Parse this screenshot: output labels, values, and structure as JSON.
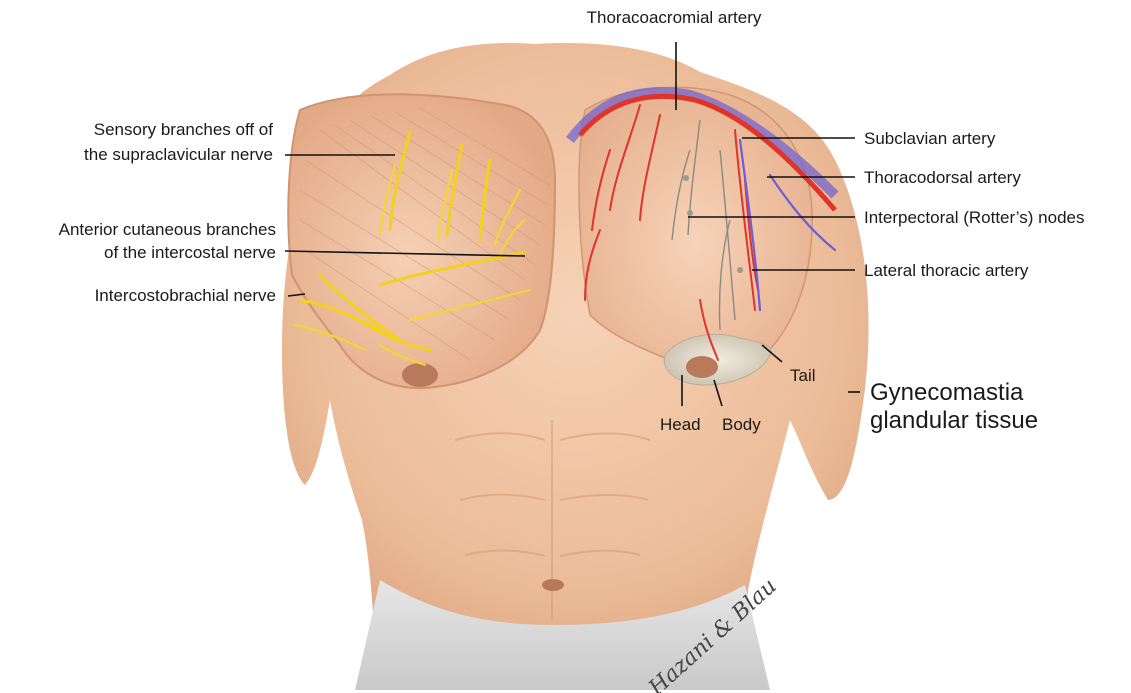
{
  "labels": {
    "thoracoacromial_artery": "Thoracoacromial artery",
    "subclavian_artery": "Subclavian artery",
    "thoracodorsal_artery": "Thoracodorsal artery",
    "interpectoral_nodes": "Interpectoral (Rotter’s) nodes",
    "lateral_thoracic_artery": "Lateral thoracic artery",
    "tail": "Tail",
    "head": "Head",
    "body": "Body",
    "gynecomastia_line1": "Gynecomastia",
    "gynecomastia_line2": "glandular tissue",
    "sensory_line1": "Sensory branches off of",
    "sensory_line2": "the supraclavicular nerve",
    "anterior_line1": "Anterior cutaneous branches",
    "anterior_line2": "of the intercostal nerve",
    "intercostobrachial": "Intercostobrachial nerve"
  },
  "signature": "Hazani & Blau",
  "colors": {
    "skin": "#efc3a0",
    "skin_shadow": "#dba07c",
    "muscle": "#f0c4a6",
    "nerve": "#f2d21a",
    "artery": "#e0332a",
    "vein": "#6c5fd6",
    "gland": "#e8e2d4"
  }
}
